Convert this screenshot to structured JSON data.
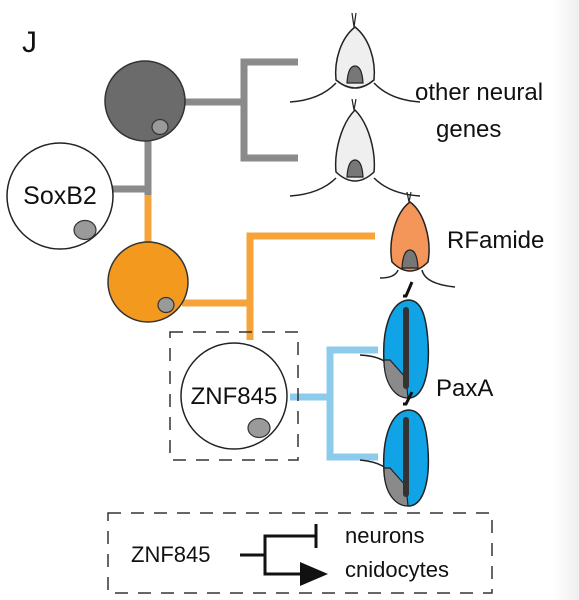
{
  "panel_label": "J",
  "nodes": {
    "soxb2": "SoxB2",
    "znf845": "ZNF845"
  },
  "cell_type_labels": {
    "other_neural": [
      "other neural",
      "genes"
    ],
    "rfamide": "RFamide",
    "paxa": "PaxA"
  },
  "legend": {
    "regulator": "ZNF845",
    "targets": [
      "neurons",
      "cnidocytes"
    ]
  },
  "colors": {
    "gray_lineage": "#6b6b6b",
    "gray_line": "#8a8a8a",
    "orange_lineage": "#f39a1e",
    "orange_line": "#f6a43a",
    "rfamide_cell": "#f4955a",
    "paxa_cell": "#10a3e6",
    "blue_line": "#8ccbeb",
    "nucleus": "#9a9a9a"
  },
  "icons": [
    "cell-icon",
    "nucleus-icon",
    "cnidocyte-icon",
    "arrow-icon"
  ]
}
